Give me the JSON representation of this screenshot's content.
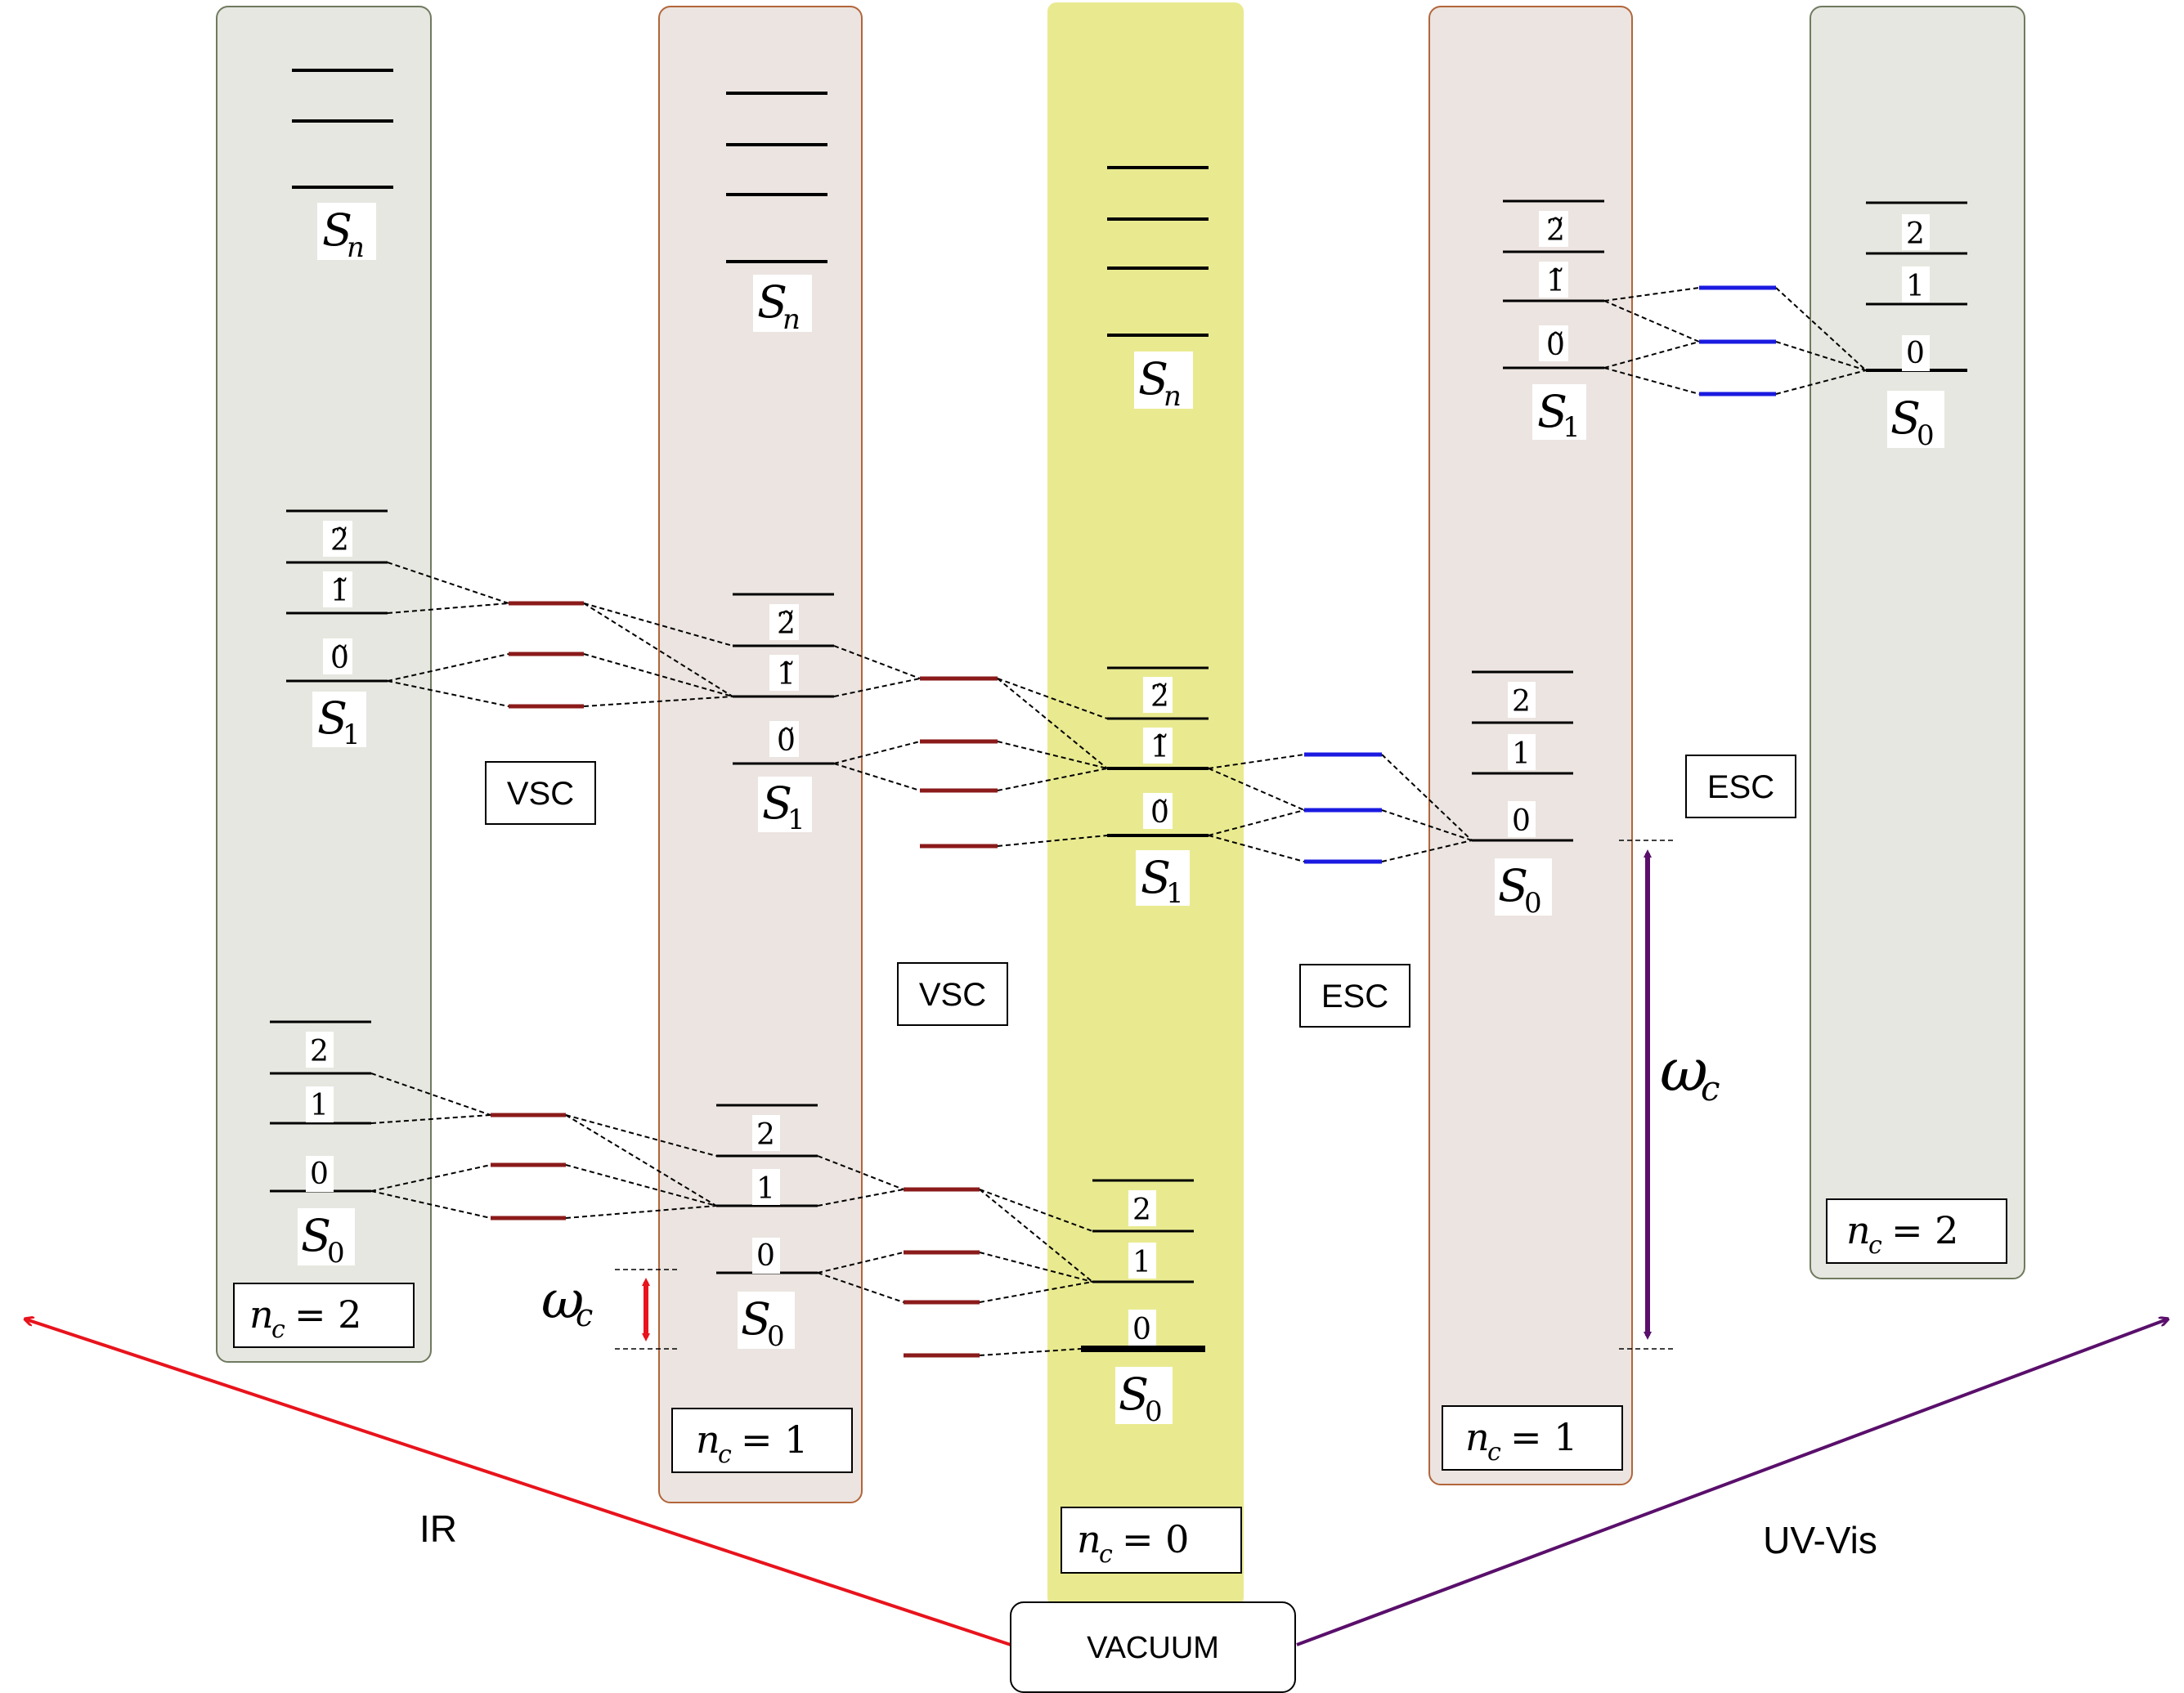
{
  "labels": {
    "S0": "S",
    "S0_sub": "0",
    "S1": "S",
    "S1_sub": "1",
    "Sn": "S",
    "Sn_sub": "n",
    "nc_prefix": "n",
    "nc_sub": "c",
    "omega": "ω",
    "omega_sub": "c",
    "vsc": "VSC",
    "esc": "ESC",
    "ir": "IR",
    "uvvis": "UV-Vis",
    "vacuum": "VACUUM"
  },
  "columns": [
    {
      "id": "ir-nc2",
      "nc": "= 2",
      "color": "#e6e7e0",
      "border": "#6f7a5f"
    },
    {
      "id": "ir-nc1",
      "nc": "= 1",
      "color": "#ebe4e0",
      "border": "#b2653a"
    },
    {
      "id": "vacuum-nc0",
      "nc": "= 0",
      "color": "#e9ea90",
      "border": "#e9ea90"
    },
    {
      "id": "uv-nc1",
      "nc": "= 1",
      "color": "#ebe4e0",
      "border": "#b2653a"
    },
    {
      "id": "uv-nc2",
      "nc": "= 2",
      "color": "#e6e7e0",
      "border": "#6f7a5f"
    }
  ],
  "vib_labels": {
    "ground": [
      "0",
      "1",
      "2"
    ],
    "excited": [
      "0̃",
      "1̃",
      "2̃"
    ]
  },
  "colors": {
    "ir_arrow": "#e8131c",
    "uv_arrow": "#5a0f6b",
    "vsc_polariton": "#8b1a1a",
    "esc_polariton": "#1a1ae0",
    "vacuum_column": "#e9ea90"
  }
}
